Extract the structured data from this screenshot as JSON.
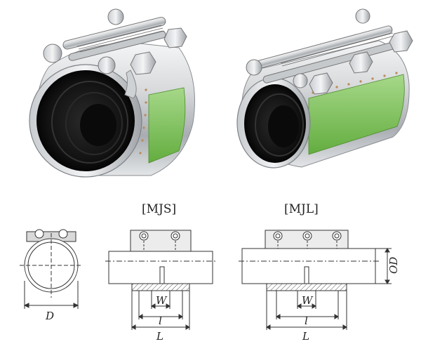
{
  "photos": {
    "mjs_photo": {
      "band_text": "",
      "model": "MJS"
    },
    "mjl_photo": {
      "band_text": "",
      "model": "MJL"
    }
  },
  "drawings": {
    "end_view": {
      "dim_label": "D"
    },
    "mjs": {
      "title": "[MJS]",
      "width_label": "W",
      "inner_label": "l",
      "length_label": "L"
    },
    "mjl": {
      "title": "[MJL]",
      "width_label": "W",
      "inner_label": "l",
      "length_label": "L",
      "od_label": "OD"
    }
  },
  "colors": {
    "steel_light": "#e8e9ea",
    "steel_mid": "#b9bcbf",
    "steel_dark": "#7e8287",
    "rubber": "#141414",
    "label_green": "#7fc35a",
    "line": "#333333"
  }
}
